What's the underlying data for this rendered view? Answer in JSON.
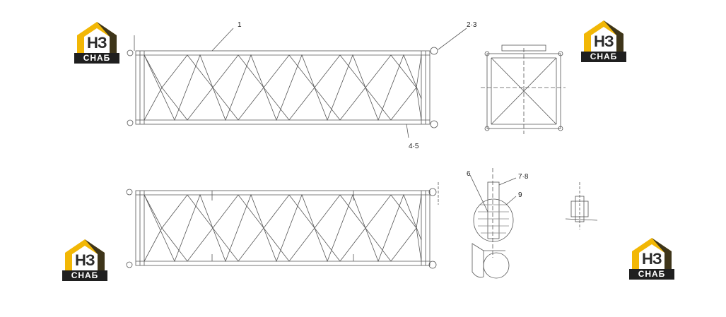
{
  "watermark": {
    "letters": "НЗ",
    "band": "СНАБ",
    "accent": "#f2b705",
    "dark": "#1f1f1f"
  },
  "callouts": {
    "c1": "1",
    "c23": "2·3",
    "c45": "4·5",
    "c6": "6",
    "c78": "7·8",
    "c9": "9"
  },
  "colors": {
    "line": "#555555",
    "hatch": "#888888"
  }
}
